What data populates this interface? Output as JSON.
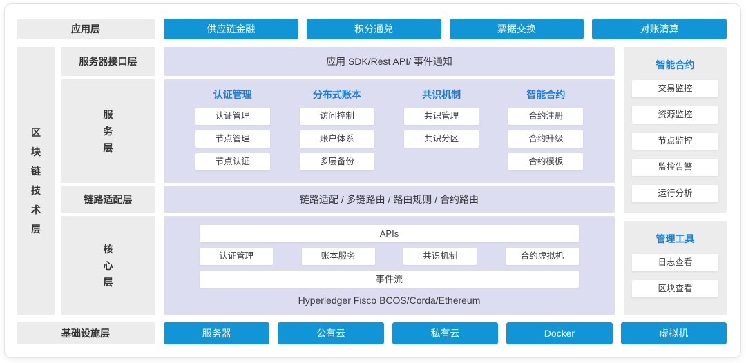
{
  "colors": {
    "accent_blue": "#1295d6",
    "heading_blue": "#1a7fd5",
    "panel_lavender": "#dcddf0",
    "label_gray": "#ececec"
  },
  "app_layer": {
    "label": "应用层",
    "buttons": [
      "供应链金融",
      "积分通兑",
      "票据交换",
      "对账清算"
    ]
  },
  "blockchain_layer": {
    "label": "区块链技术层"
  },
  "interface_row": {
    "label": "服务器接口层",
    "content": "应用 SDK/Rest API/ 事件通知"
  },
  "service_row": {
    "label": "服务层",
    "columns": [
      {
        "header": "认证管理",
        "items": [
          "认证管理",
          "节点管理",
          "节点认证"
        ]
      },
      {
        "header": "分布式账本",
        "items": [
          "访问控制",
          "账户体系",
          "多层备份"
        ]
      },
      {
        "header": "共识机制",
        "items": [
          "共识管理",
          "共识分区"
        ]
      },
      {
        "header": "智能合约",
        "items": [
          "合约注册",
          "合约升级",
          "合约模板"
        ]
      }
    ]
  },
  "link_row": {
    "label": "链路适配层",
    "content": "链路适配 / 多链路由 / 路由规则 / 合约路由"
  },
  "core_row": {
    "label": "核心层",
    "apis": "APIs",
    "modules": [
      "认证管理",
      "账本服务",
      "共识机制",
      "合约虚拟机"
    ],
    "event_stream": "事件流",
    "platforms": "Hyperledger Fisco BCOS/Corda/Ethereum"
  },
  "right_panels": {
    "monitoring": {
      "title": "智能合约",
      "items": [
        "交易监控",
        "资源监控",
        "节点监控",
        "监控告警",
        "运行分析"
      ]
    },
    "tools": {
      "title": "管理工具",
      "items": [
        "日志查看",
        "区块查看"
      ]
    }
  },
  "infra_layer": {
    "label": "基础设施层",
    "buttons": [
      "服务器",
      "公有云",
      "私有云",
      "Docker",
      "虚拟机"
    ]
  }
}
